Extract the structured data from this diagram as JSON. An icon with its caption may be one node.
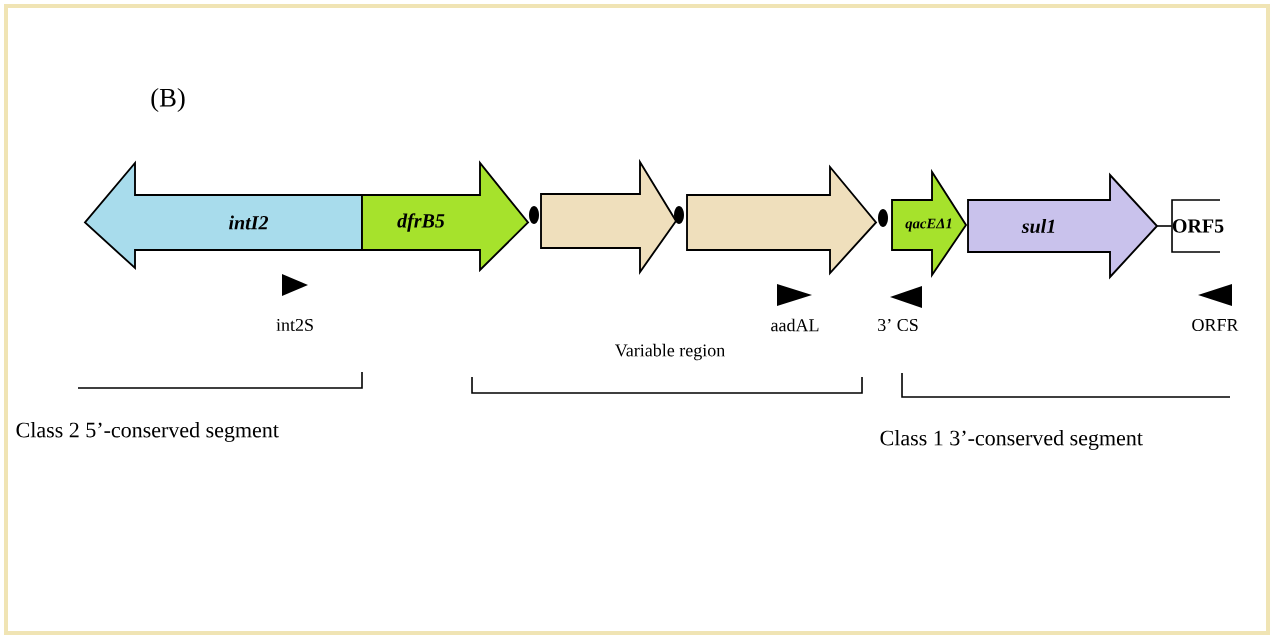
{
  "diagram": {
    "nodes": [
      {
        "text": [
          "intI2"
        ]
      },
      {
        "text": [
          "dfrB5"
        ]
      },
      {
        "text": [],
        "shape": "arrow"
      },
      {
        "text": [],
        "shape": "arrow"
      },
      {
        "text": [
          "qacEΔ1"
        ]
      },
      {
        "text": [
          "sul1"
        ]
      },
      {
        "text": [
          "ORF5"
        ]
      }
    ],
    "edges": [
      {
        "from": 5,
        "to": 6,
        "arrow": "none"
      }
    ],
    "labels": [
      "(B)",
      "int2S",
      "aadAL",
      "3’ CS",
      "ORFR",
      "Variable region",
      "Class 2 5’-conserved segment",
      "Class 1 3’-conserved segment"
    ]
  }
}
